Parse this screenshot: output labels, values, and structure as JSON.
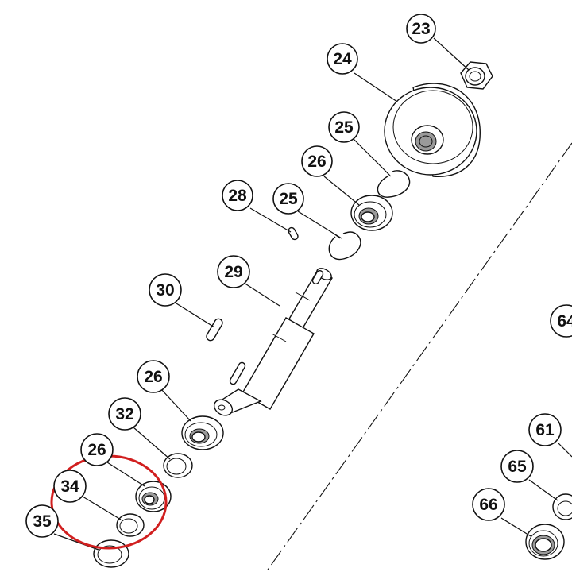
{
  "callouts": [
    {
      "id": "c23",
      "label": "23"
    },
    {
      "id": "c24",
      "label": "24"
    },
    {
      "id": "c25a",
      "label": "25"
    },
    {
      "id": "c26a",
      "label": "26"
    },
    {
      "id": "c28",
      "label": "28"
    },
    {
      "id": "c25b",
      "label": "25"
    },
    {
      "id": "c29",
      "label": "29"
    },
    {
      "id": "c30",
      "label": "30"
    },
    {
      "id": "c26b",
      "label": "26"
    },
    {
      "id": "c32",
      "label": "32"
    },
    {
      "id": "c26c",
      "label": "26"
    },
    {
      "id": "c34",
      "label": "34"
    },
    {
      "id": "c35",
      "label": "35"
    },
    {
      "id": "c64",
      "label": "64"
    },
    {
      "id": "c61",
      "label": "61"
    },
    {
      "id": "c65",
      "label": "65"
    },
    {
      "id": "c66",
      "label": "66"
    }
  ],
  "highlight": {
    "color": "#d11f1f"
  }
}
